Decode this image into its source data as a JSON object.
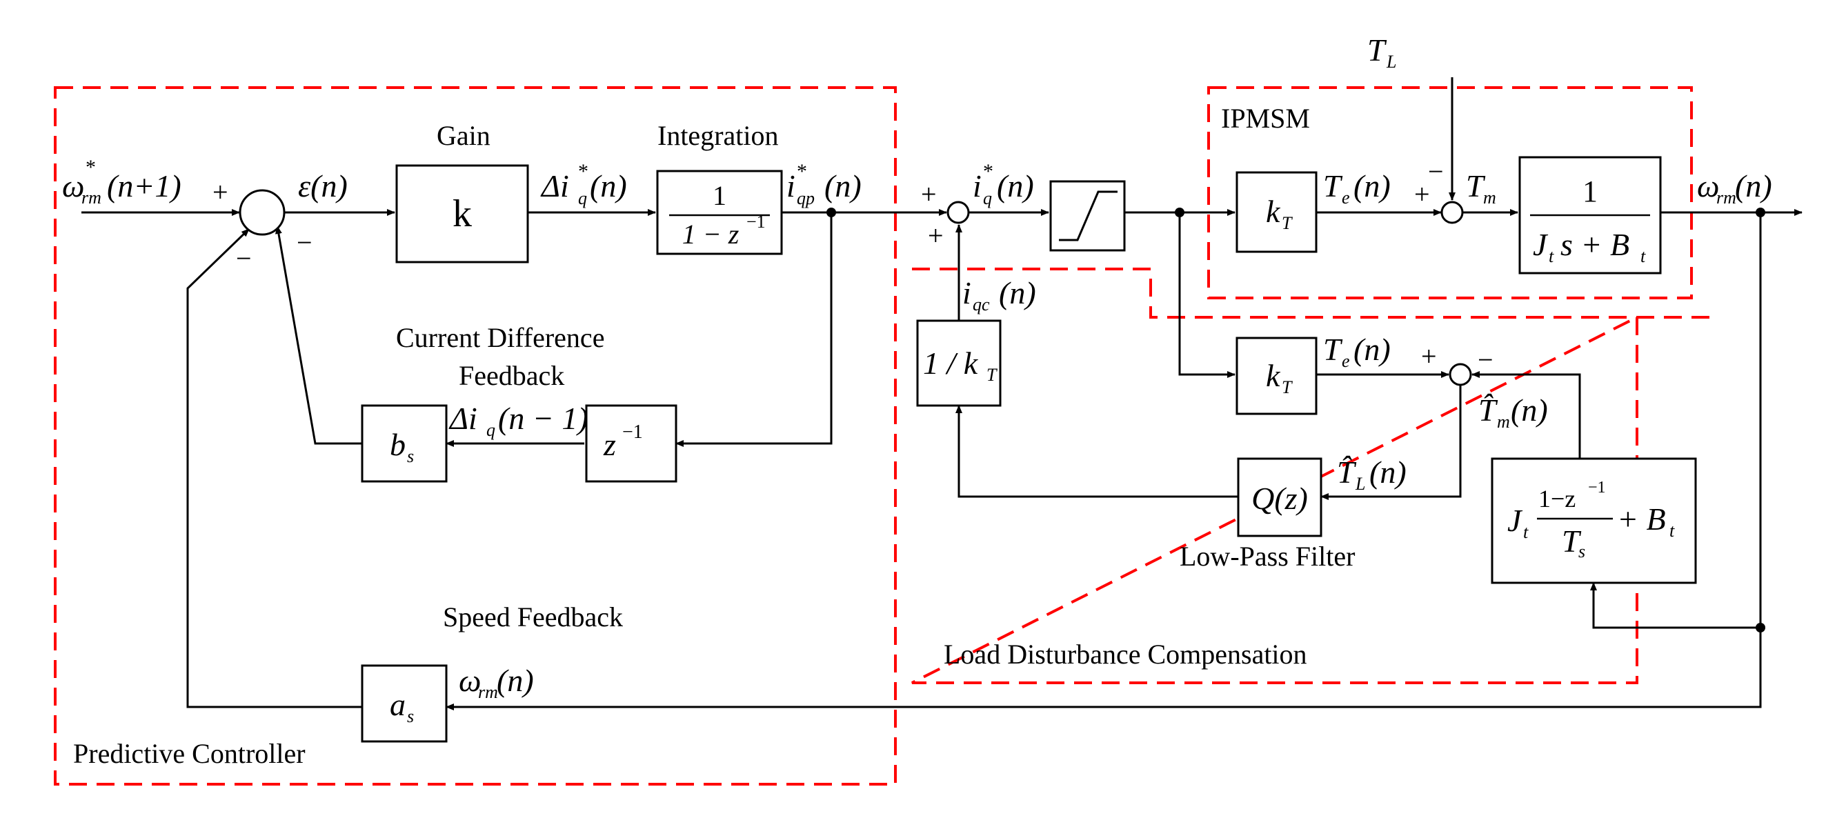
{
  "regions": {
    "predictive": "Predictive Controller",
    "ipmsm": "IPMSM",
    "ldc": "Load Disturbance Compensation"
  },
  "labels": {
    "gain": "Gain",
    "integration": "Integration",
    "cdf_line1": "Current Difference",
    "cdf_line2": "Feedback",
    "speed_feedback": "Speed Feedback",
    "low_pass": "Low-Pass Filter"
  },
  "blocks": {
    "k": "k",
    "int_num": "1",
    "int_den": "1 − z",
    "int_den_exp": "−1",
    "z": "z",
    "z_exp": "−1",
    "b": "b",
    "b_sub": "s",
    "a": "a",
    "a_sub": "s",
    "kt": "k",
    "kt_sub": "T",
    "inv_kt": "1 / k",
    "inv_kt_sub": "T",
    "plant_num": "1",
    "plant_den_a": "J",
    "plant_den_b": "s + B",
    "plant_sub": "t",
    "q": "Q(z)",
    "obs_j": "J",
    "obs_sub": "t",
    "obs_num": "1−z",
    "obs_num_exp": "−1",
    "obs_den": "T",
    "obs_den_sub": "s",
    "obs_plus": "+ B"
  },
  "signals": {
    "omega_star": "ω",
    "omega_star_sup": "*",
    "omega_star_sub": "rm",
    "omega_star_arg": "(n+1)",
    "eps": "ε(n)",
    "delta_iq": "Δi",
    "delta_iq_sup": "*",
    "delta_iq_sub": "q",
    "delta_iq_arg": "(n)",
    "iqp": "i",
    "iqp_sup": "*",
    "iqp_sub": "qp",
    "iqp_arg": "(n)",
    "iq": "i",
    "iq_sup": "*",
    "iq_sub": "q",
    "iq_arg": "(n)",
    "iqc": "i",
    "iqc_sub": "qc",
    "iqc_arg": "(n)",
    "te": "T",
    "te_sub": "e",
    "te_arg": "(n)",
    "tm": "T",
    "tm_sub": "m",
    "tl": "T",
    "tl_sub": "L",
    "omega": "ω",
    "omega_sub": "rm",
    "omega_arg": "(n)",
    "diq_prev": "Δi",
    "diq_prev_sub": "q",
    "diq_prev_arg": "(n − 1)",
    "tm_hat": "T̂",
    "tm_hat_sub": "m",
    "tm_hat_arg": "(n)",
    "tl_hat": "T̂",
    "tl_hat_sub": "L",
    "tl_hat_arg": "(n)",
    "omega_fb": "ω",
    "omega_fb_sub": "rm",
    "omega_fb_arg": "(n)"
  },
  "signs": {
    "plus": "+",
    "minus": "−"
  }
}
